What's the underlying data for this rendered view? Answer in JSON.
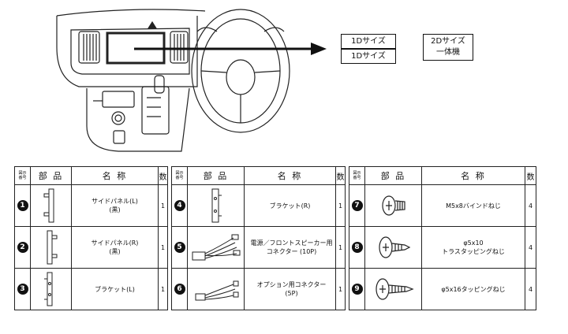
{
  "diagram": {
    "boxes_1d": [
      "1Dサイズ",
      "1Dサイズ"
    ],
    "box_2d": [
      "2Dサイズ",
      "一体機"
    ]
  },
  "table": {
    "headers": {
      "number": "図示\n番号",
      "part": "部 品",
      "name": "名 称",
      "qty": "数"
    },
    "groups": [
      [
        {
          "no": "1",
          "name": "サイドパネル(L)\n(黒)",
          "qty": "1",
          "icon": "side-panel-left"
        },
        {
          "no": "2",
          "name": "サイドパネル(R)\n(黒)",
          "qty": "1",
          "icon": "side-panel-right"
        },
        {
          "no": "3",
          "name": "ブラケット(L)",
          "qty": "1",
          "icon": "bracket-left"
        }
      ],
      [
        {
          "no": "4",
          "name": "ブラケット(R)",
          "qty": "1",
          "icon": "bracket-right"
        },
        {
          "no": "5",
          "name": "電源／フロントスピーカー用\nコネクター (10P)",
          "qty": "1",
          "icon": "connector-10p"
        },
        {
          "no": "6",
          "name": "オプション用コネクター\n(5P)",
          "qty": "1",
          "icon": "connector-5p"
        }
      ],
      [
        {
          "no": "7",
          "name": "M5x8バインドねじ",
          "qty": "4",
          "icon": "bind-screw"
        },
        {
          "no": "8",
          "name": "φ5x10\nトラスタッピングねじ",
          "qty": "4",
          "icon": "truss-tapping-screw"
        },
        {
          "no": "9",
          "name": "φ5x16タッピングねじ",
          "qty": "4",
          "icon": "tapping-screw"
        }
      ]
    ]
  }
}
